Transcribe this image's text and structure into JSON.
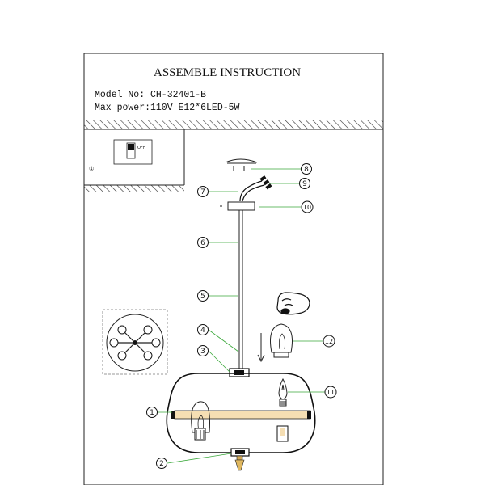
{
  "header": {
    "title": "ASSEMBLE INSTRUCTION",
    "model_label": "Model No:",
    "model_value": "CH-32401-B",
    "power_label": "Max power:",
    "power_value": "110V E12*6LED-5W"
  },
  "switch_inset": {
    "switch_label": "OFF",
    "marker": "①"
  },
  "callouts": [
    {
      "id": "1",
      "label": "1"
    },
    {
      "id": "2",
      "label": "2"
    },
    {
      "id": "3",
      "label": "3"
    },
    {
      "id": "4",
      "label": "4"
    },
    {
      "id": "5",
      "label": "5"
    },
    {
      "id": "6",
      "label": "6"
    },
    {
      "id": "7",
      "label": "7"
    },
    {
      "id": "8",
      "label": "8"
    },
    {
      "id": "9",
      "label": "9"
    },
    {
      "id": "10",
      "label": "10"
    },
    {
      "id": "11",
      "label": "11"
    },
    {
      "id": "12",
      "label": "12"
    }
  ],
  "colors": {
    "line": "#111111",
    "leader": "#3aa83a",
    "bar": "#f5deb3",
    "hatch": "#333333"
  }
}
